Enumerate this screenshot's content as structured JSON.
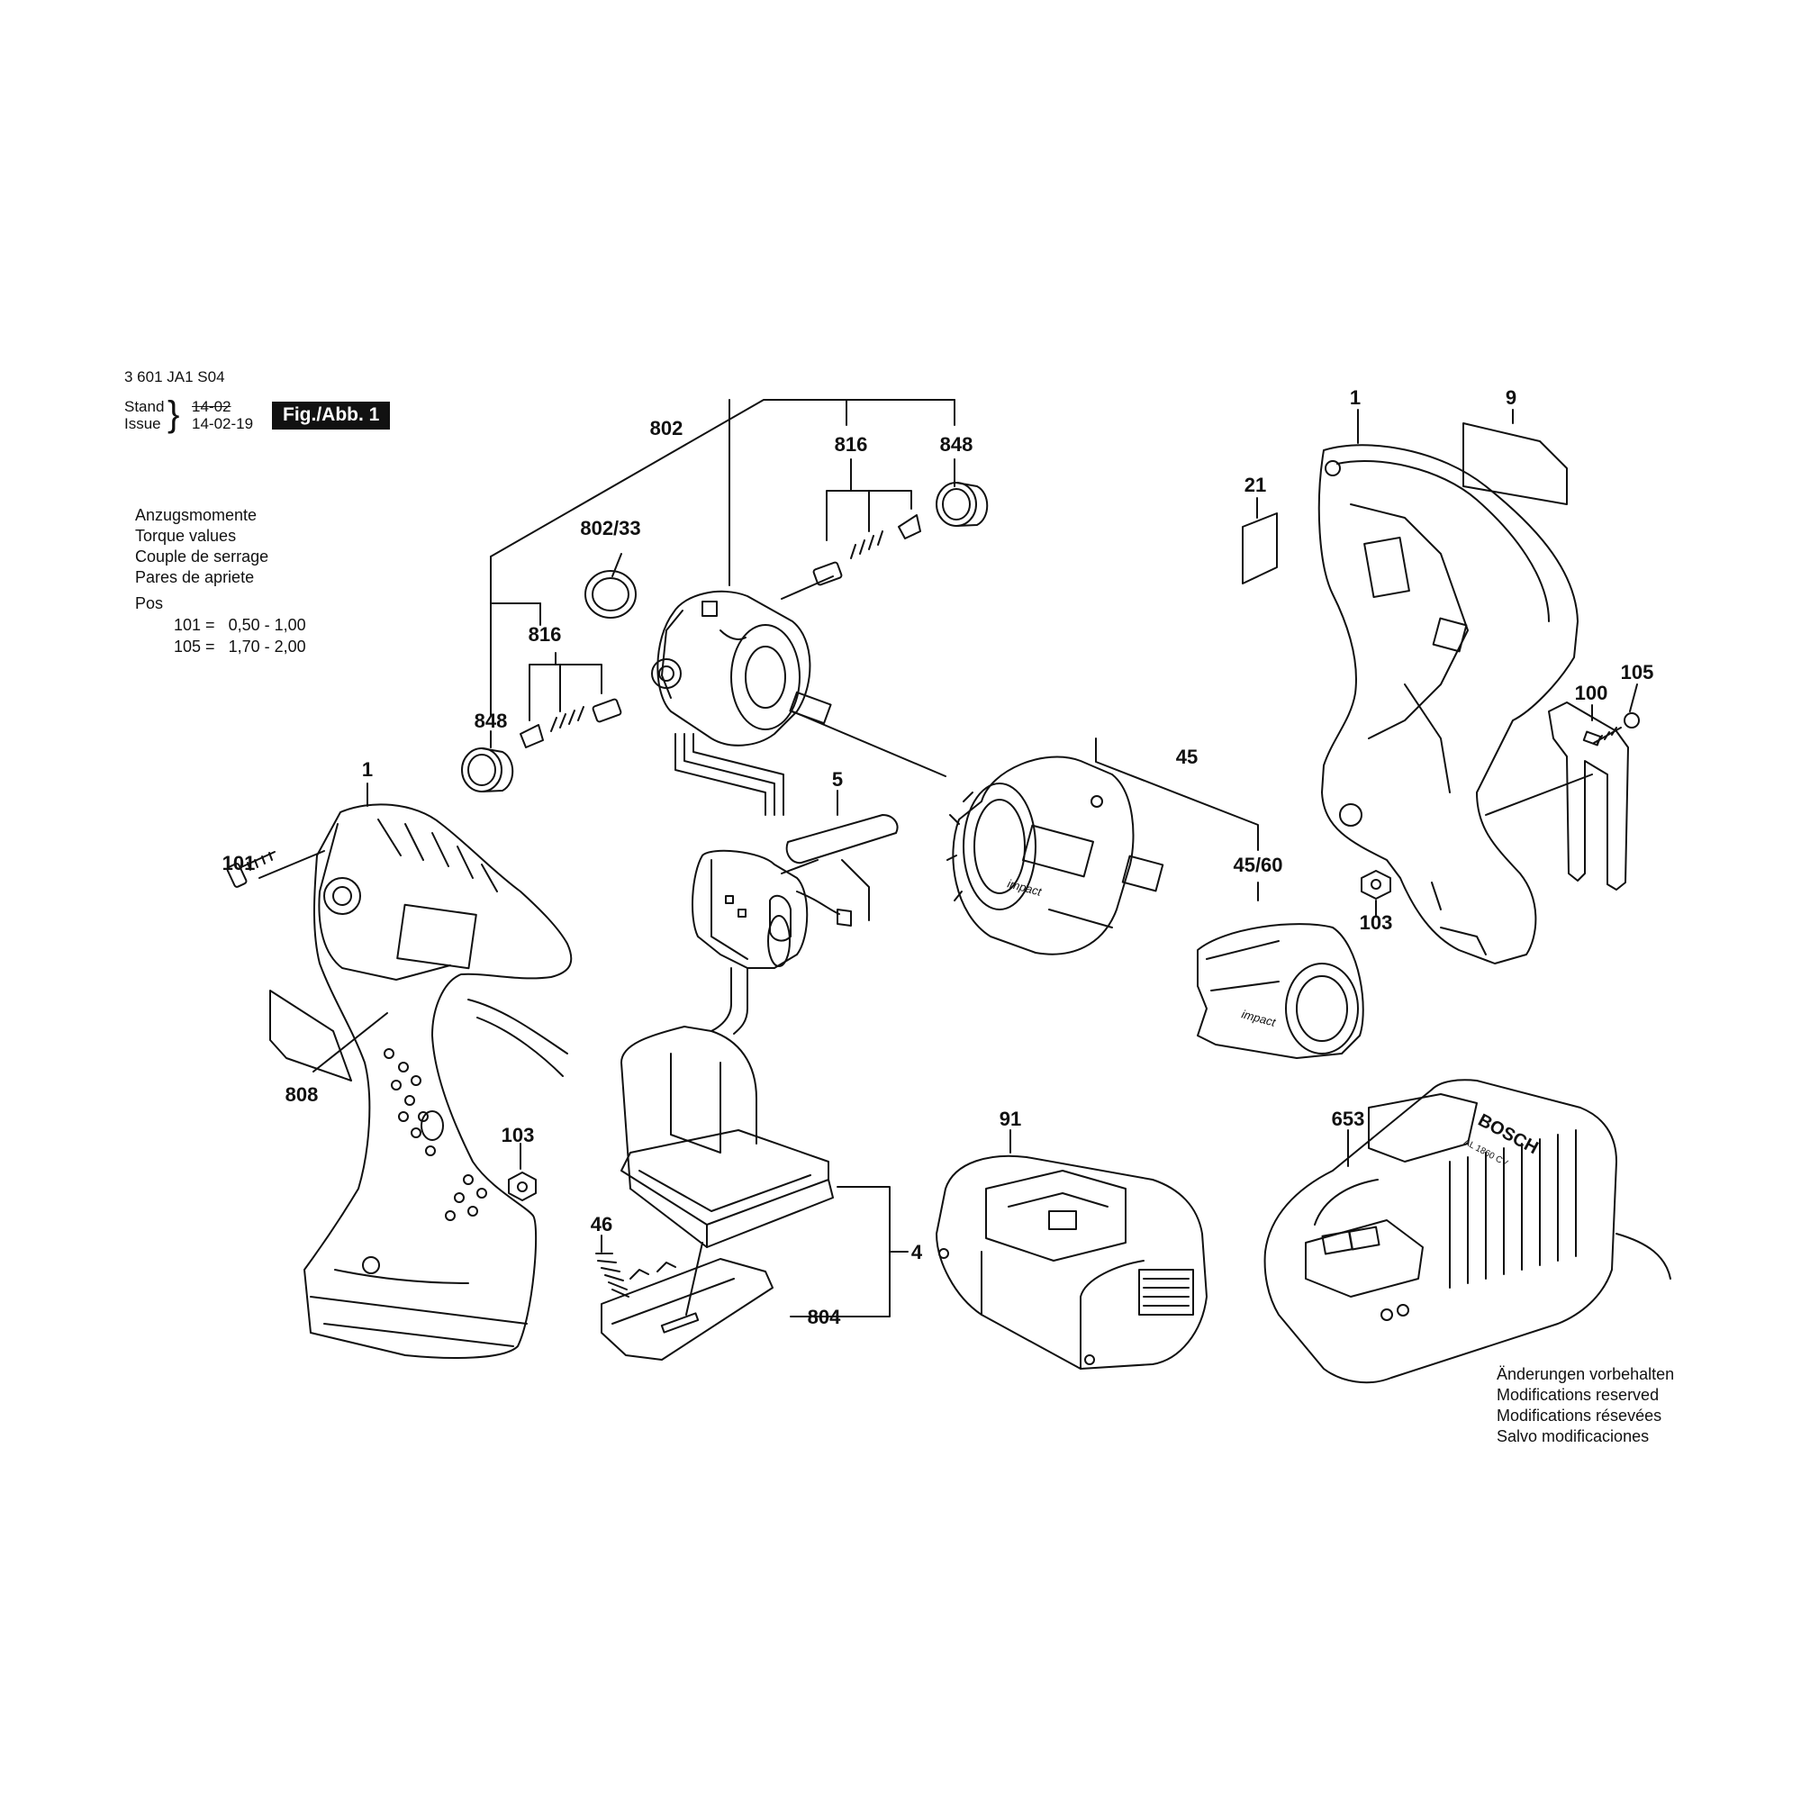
{
  "header": {
    "doc_number": "3 601 JA1 S04",
    "stand_label": "Stand",
    "issue_label": "Issue",
    "stand_date_old": "14-02",
    "issue_date": "14-02-19",
    "figure_label": "Fig./Abb. 1"
  },
  "torque": {
    "lines": [
      "Anzugsmomente",
      "Torque values",
      "Couple de serrage",
      "Pares de apriete"
    ],
    "pos_label": "Pos",
    "rows": [
      {
        "pos": "101 =",
        "value": "0,50  -  1,00"
      },
      {
        "pos": "105 =",
        "value": "1,70  -  2,00"
      }
    ]
  },
  "reserved_notice": [
    "Änderungen vorbehalten",
    "Modifications reserved",
    "Modifications résevées",
    "Salvo modificaciones"
  ],
  "callouts": {
    "c802": "802",
    "c816_top": "816",
    "c848_top": "848",
    "c802_33": "802/33",
    "c816_left": "816",
    "c848_left": "848",
    "c1_left": "1",
    "c101": "101",
    "c808": "808",
    "c103_left": "103",
    "c5": "5",
    "c45": "45",
    "c45_60": "45/60",
    "c1_right": "1",
    "c9": "9",
    "c21": "21",
    "c100": "100",
    "c105": "105",
    "c103_right": "103",
    "c91": "91",
    "c653": "653",
    "c46": "46",
    "c4": "4",
    "c804": "804"
  },
  "part_texts": {
    "impact_1": "impact",
    "impact_2": "impact",
    "charger_brand": "BOSCH",
    "charger_model": "AL 1860 CV"
  }
}
